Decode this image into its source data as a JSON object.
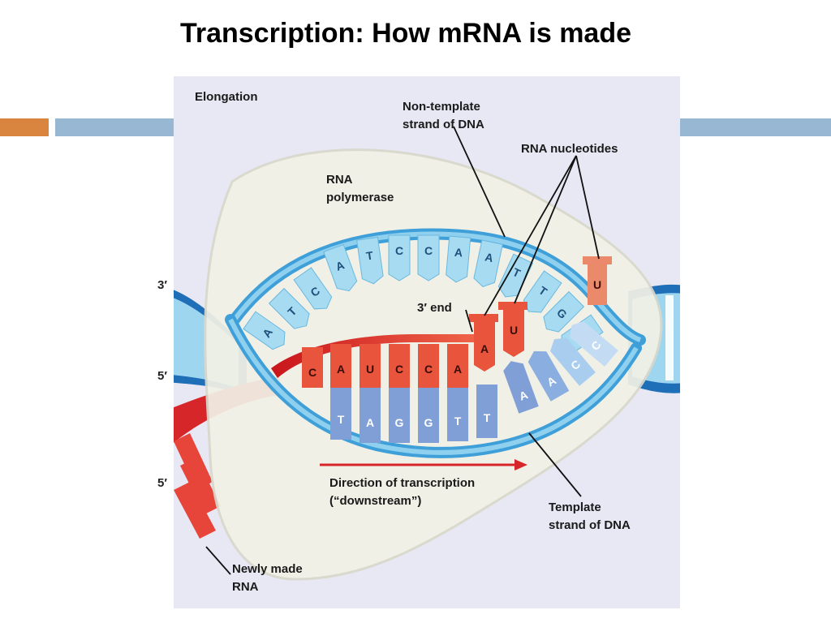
{
  "title": "Transcription: How mRNA is made",
  "figure": {
    "stage_label": "Elongation",
    "rna_polymerase": [
      "RNA",
      "polymerase"
    ],
    "non_template": [
      "Non-template",
      "strand of DNA"
    ],
    "rna_nucleotides": "RNA nucleotides",
    "three_prime_end": "3′ end",
    "direction": [
      "Direction of transcription",
      "(“downstream”)"
    ],
    "template": [
      "Template",
      "strand of DNA"
    ],
    "newly_made": [
      "Newly made",
      "RNA"
    ],
    "prime_3": "3′",
    "prime_5a": "5′",
    "prime_5b": "5′",
    "top_bases": [
      "A",
      "T",
      "C",
      "A",
      "T",
      "C",
      "C",
      "A",
      "A",
      "T",
      "T",
      "G",
      "G"
    ],
    "rna_bases": [
      "C",
      "A",
      "U",
      "C",
      "C",
      "A",
      "A",
      "U"
    ],
    "free_nucleotide": "U",
    "template_bases": [
      "T",
      "A",
      "G",
      "G",
      "T",
      "T",
      "A",
      "A",
      "C",
      "C"
    ]
  },
  "colors": {
    "dna_light": "#9fd6ef",
    "dna_dark": "#1f6fb8",
    "template_blue": "#7f9fd6",
    "rna_red": "#e8553c",
    "rna_salmon": "#ea8a6a",
    "bubble": "#f1f1e6"
  }
}
